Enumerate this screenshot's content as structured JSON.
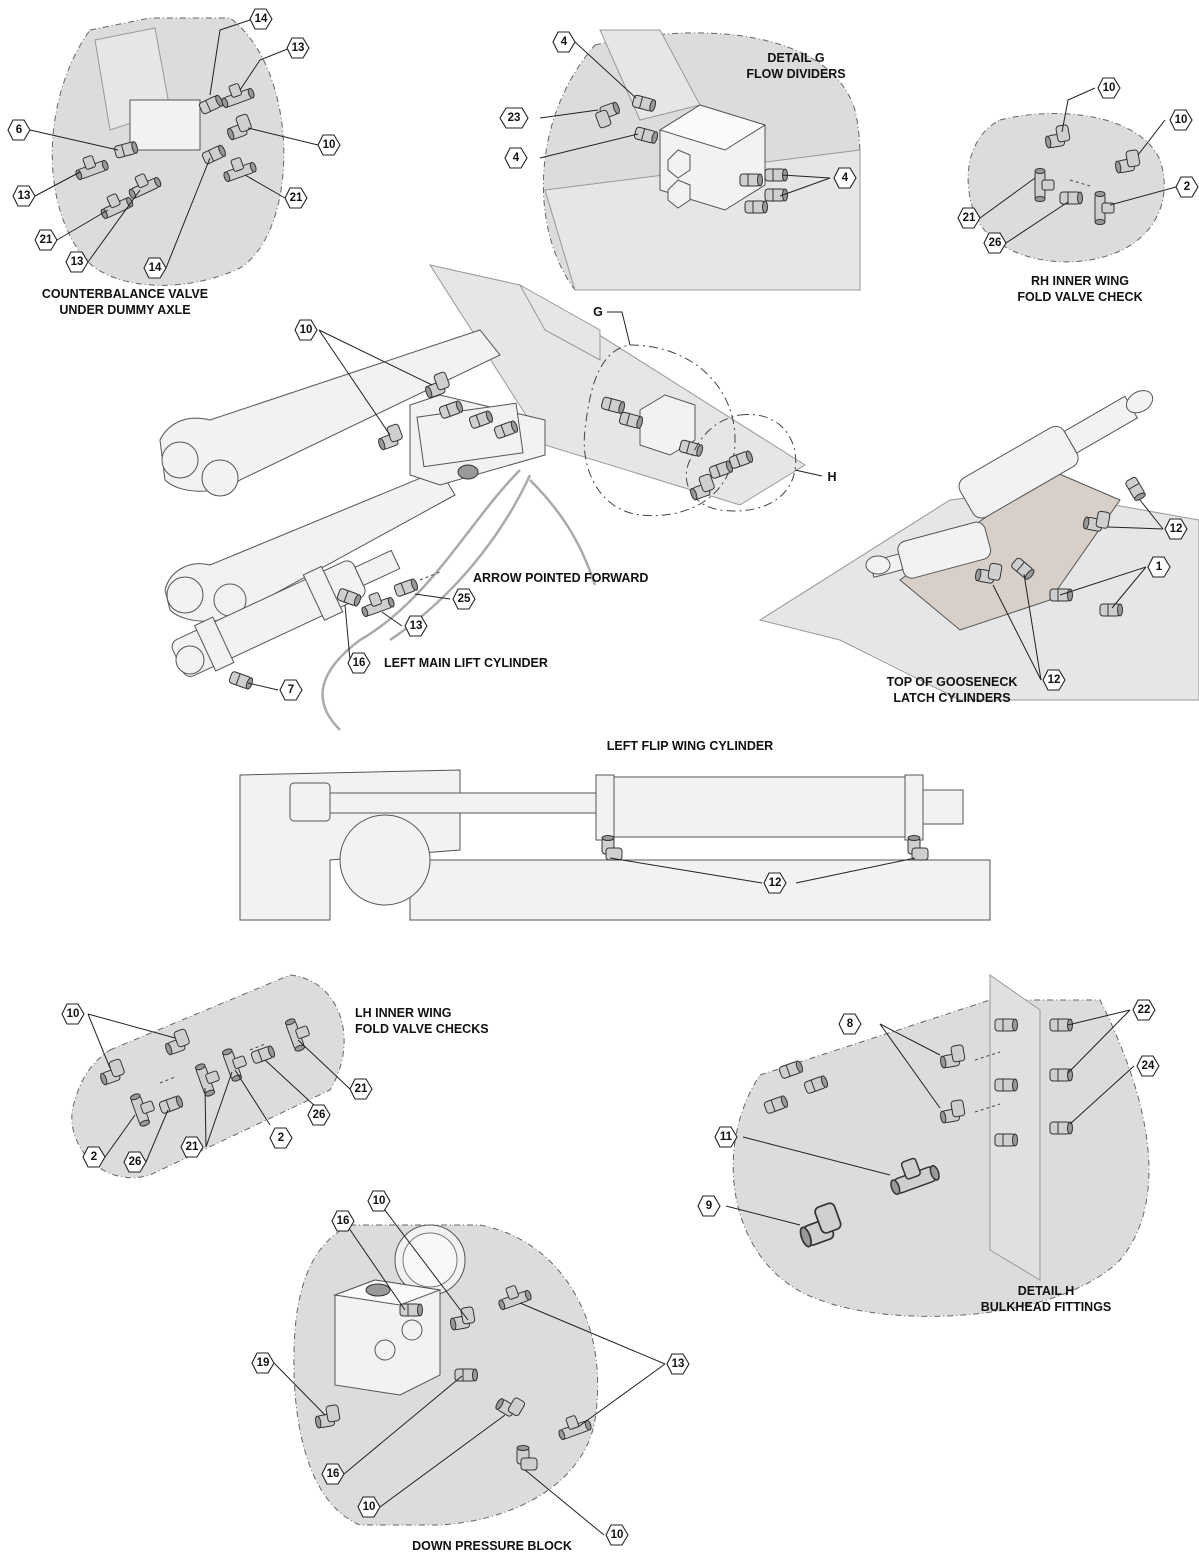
{
  "titles": {
    "counterbalance_1": "COUNTERBALANCE VALVE",
    "counterbalance_2": "UNDER DUMMY AXLE",
    "detail_g_1": "DETAIL G",
    "detail_g_2": "FLOW DIVIDERS",
    "rh_wing_1": "RH INNER WING",
    "rh_wing_2": "FOLD VALVE CHECK",
    "arrow_forward": "ARROW POINTED FORWARD",
    "left_main_lift": "LEFT MAIN LIFT CYLINDER",
    "gooseneck_1": "TOP OF GOOSENECK",
    "gooseneck_2": "LATCH CYLINDERS",
    "left_flip_wing": "LEFT FLIP WING CYLINDER",
    "lh_wing_1": "LH INNER WING",
    "lh_wing_2": "FOLD VALVE CHECKS",
    "detail_h_1": "DETAIL H",
    "detail_h_2": "BULKHEAD FITTINGS",
    "down_pressure": "DOWN PRESSURE BLOCK"
  },
  "detail_letters": {
    "g": "G",
    "h": "H"
  },
  "balloons": {
    "cb_14a": "14",
    "cb_13a": "13",
    "cb_6": "6",
    "cb_10": "10",
    "cb_13b": "13",
    "cb_21a": "21",
    "cb_21b": "21",
    "cb_13c": "13",
    "cb_14b": "14",
    "g_4a": "4",
    "g_23": "23",
    "g_4b": "4",
    "g_4c": "4",
    "rh_10a": "10",
    "rh_10b": "10",
    "rh_2": "2",
    "rh_21": "21",
    "rh_26": "26",
    "m_10": "10",
    "m_25": "25",
    "m_13": "13",
    "m_16": "16",
    "m_7": "7",
    "gn_12a": "12",
    "gn_1": "1",
    "gn_12b": "12",
    "fw_12": "12",
    "lh_10": "10",
    "lh_21a": "21",
    "lh_26a": "26",
    "lh_2a": "2",
    "lh_2b": "2",
    "lh_26b": "26",
    "lh_21b": "21",
    "dh_8": "8",
    "dh_22": "22",
    "dh_24": "24",
    "dh_11": "11",
    "dh_9": "9",
    "dp_16a": "16",
    "dp_10a": "10",
    "dp_19": "19",
    "dp_13": "13",
    "dp_16b": "16",
    "dp_10b": "10",
    "dp_10c": "10"
  }
}
